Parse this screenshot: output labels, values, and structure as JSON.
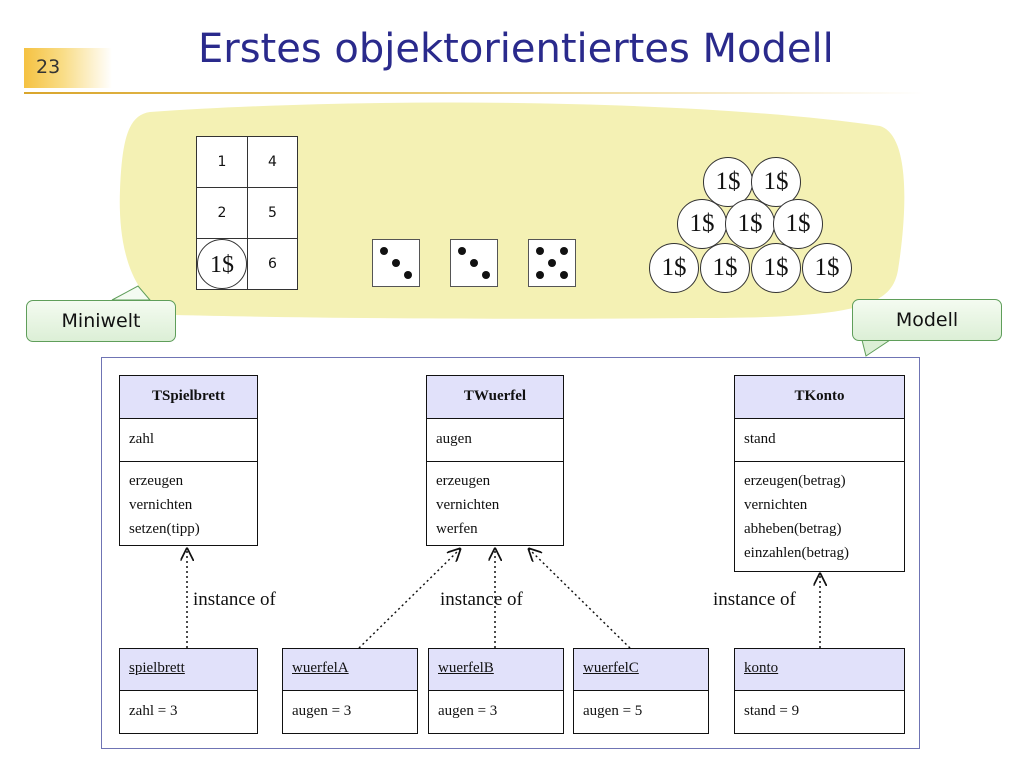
{
  "slide": {
    "number": "23",
    "title": "Erstes objektorientiertes Modell"
  },
  "miniwelt": {
    "board_fields": [
      "1",
      "4",
      "2",
      "5",
      "",
      "6"
    ],
    "board_chip": "1$",
    "dice_values": [
      3,
      3,
      5
    ],
    "coin_label": "1$",
    "coin_rows": [
      2,
      3,
      4
    ]
  },
  "callouts": {
    "miniwelt": "Miniwelt",
    "modell": "Modell"
  },
  "classes": {
    "spielbrett": {
      "name": "TSpielbrett",
      "attribute": "zahl",
      "methods": [
        "erzeugen",
        "vernichten",
        "setzen(tipp)"
      ]
    },
    "wuerfel": {
      "name": "TWuerfel",
      "attribute": "augen",
      "methods": [
        "erzeugen",
        "vernichten",
        "werfen"
      ]
    },
    "konto": {
      "name": "TKonto",
      "attribute": "stand",
      "methods": [
        "erzeugen(betrag)",
        "vernichten",
        "abheben(betrag)",
        "einzahlen(betrag)"
      ]
    }
  },
  "instance_label": "instance of",
  "objects": {
    "spielbrett": {
      "name": "spielbrett",
      "state": "zahl = 3"
    },
    "wuerfelA": {
      "name": "wuerfelA",
      "state": "augen = 3"
    },
    "wuerfelB": {
      "name": "wuerfelB",
      "state": "augen = 3"
    },
    "wuerfelC": {
      "name": "wuerfelC",
      "state": "augen = 5"
    },
    "konto": {
      "name": "konto",
      "state": "stand = 9"
    }
  },
  "colors": {
    "title": "#2a2a8c",
    "miniwelt_bg": "#f4f1b4",
    "class_header": "#e1e1fa",
    "callout_border": "#5f9e5a"
  }
}
